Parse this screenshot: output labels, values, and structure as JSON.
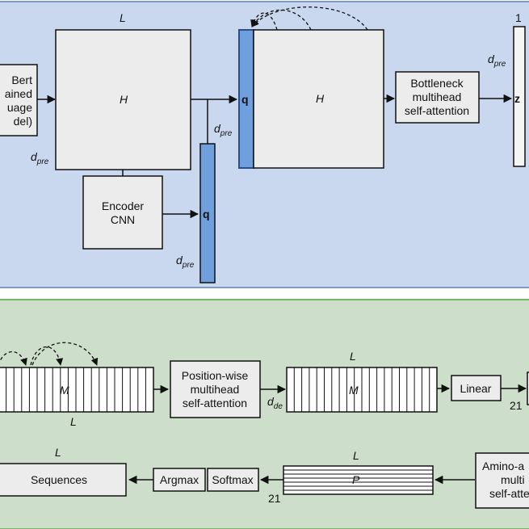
{
  "encoder": {
    "bert_box": [
      "Bert",
      "ained",
      "uage",
      "del)"
    ],
    "h_label_1": "H",
    "L_label_top": "L",
    "encoder_cnn": [
      "Encoder",
      "CNN"
    ],
    "q_label_1": "q",
    "q_label_2": "q",
    "h_label_2": "H",
    "bottleneck": [
      "Bottleneck",
      "multihead",
      "self-attention"
    ],
    "z_label": "z",
    "one_label": "1",
    "d_pre": {
      "main": "d",
      "sub": "pre"
    }
  },
  "decoder": {
    "M_label_1": "M",
    "L_label_1": "L",
    "position_wise": [
      "Position-wise",
      "multihead",
      "self-attention"
    ],
    "d_de": {
      "main": "d",
      "sub": "de"
    },
    "M_label_2": "M",
    "L_label_2": "L",
    "linear": "Linear",
    "num_21_a": "21",
    "sequences_L": "L",
    "sequences": "Sequences",
    "argmax": "Argmax",
    "softmax": "Softmax",
    "P_label": "P",
    "L_label_3": "L",
    "num_21_b": "21",
    "amino": [
      "Amino-a",
      "multi",
      "self-atte"
    ]
  },
  "colors": {
    "encoder_bg": "#c9d8ee",
    "encoder_border": "#7b9ccf",
    "decoder_bg": "#cddfca",
    "decoder_border": "#7ab36e",
    "box_fill": "#ececec",
    "q_fill": "#6fa0dd",
    "q_border": "#2c4f86"
  }
}
